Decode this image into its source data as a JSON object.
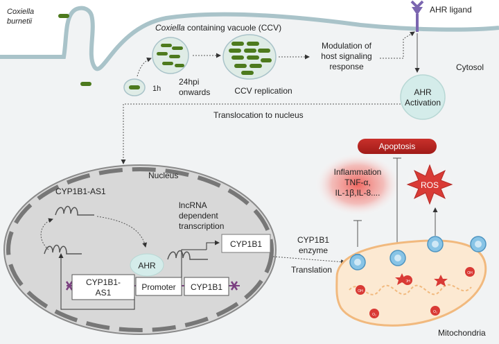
{
  "labels": {
    "organism_line1": "Coxiella",
    "organism_line2": "burnetii",
    "ccv_title_italic": "Coxiella",
    "ccv_title_rest": " containing vacuole (CCV)",
    "time_1h": "1h",
    "time_24hpi": "24hpi",
    "time_onwards": "onwards",
    "ccv_replication": "CCV replication",
    "modulation_line1": "Modulation of",
    "modulation_line2": "host signaling",
    "modulation_line3": "response",
    "ahr_ligand": "AHR ligand",
    "cytosol": "Cytosol",
    "ahr_activation_line1": "AHR",
    "ahr_activation_line2": "Activation",
    "translocation": "Translocation to nucleus",
    "apoptosis": "Apoptosis",
    "nucleus": "Nucleus",
    "cyp1b1_as1": "CYP1B1-AS1",
    "lncrna_line1": "lncRNA",
    "lncrna_line2": "dependent",
    "lncrna_line3": "transcription",
    "inflammation_line1": "Inflammation",
    "inflammation_line2": "TNF-α,",
    "inflammation_line3": "IL-1β,IL-8....",
    "ros": "ROS",
    "cyp1b1_box": "CYP1B1",
    "cyp1b1_enzyme_line1": "CYP1B1",
    "cyp1b1_enzyme_line2": "enzyme",
    "translation": "Translation",
    "ahr": "AHR",
    "gene_as1_line1": "CYP1B1-",
    "gene_as1_line2": "AS1",
    "promoter": "Promoter",
    "gene_cyp1b1": "CYP1B1",
    "ros_oh": "OH",
    "ros_o2": "O₂",
    "mitochondria": "Mitochondria"
  },
  "colors": {
    "cell_membrane": "#a9c3c9",
    "cytosol_fill": "#f1f3f4",
    "bacteria": "#4d7a1d",
    "vacuole_fill": "#dfece6",
    "nucleus_fill": "#d8d8d8",
    "nucleus_border": "#8a8a8a",
    "ahr_fill": "#d4ecea",
    "apoptosis": "#b5221f",
    "inflammation_glow": "#f05a52",
    "mitochondria_fill": "#fce9d2",
    "mitochondria_border": "#f1b97e",
    "channel": "#88c4e6",
    "dna_mark": "#7b3f80"
  }
}
